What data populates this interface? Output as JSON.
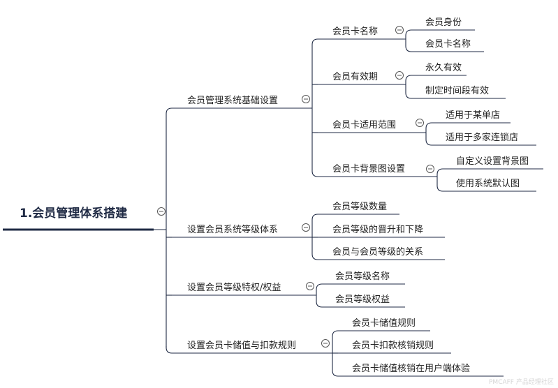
{
  "root": {
    "label": "1.会员管理体系搭建",
    "children": [
      {
        "label": "会员管理系统基础设置",
        "children": [
          {
            "label": "会员卡名称",
            "children": [
              {
                "label": "会员身份"
              },
              {
                "label": "会员卡名称"
              }
            ]
          },
          {
            "label": "会员有效期",
            "children": [
              {
                "label": "永久有效"
              },
              {
                "label": "制定时间段有效"
              }
            ]
          },
          {
            "label": "会员卡适用范围",
            "children": [
              {
                "label": "适用于某单店"
              },
              {
                "label": "适用于多家连锁店"
              }
            ]
          },
          {
            "label": "会员卡背景图设置",
            "children": [
              {
                "label": "自定义设置背景图"
              },
              {
                "label": "使用系统默认图"
              }
            ]
          }
        ]
      },
      {
        "label": "设置会员系统等级体系",
        "children": [
          {
            "label": "会员等级数量"
          },
          {
            "label": "会员等级的晋升和下降"
          },
          {
            "label": "会员与会员等级的关系"
          }
        ]
      },
      {
        "label": "设置会员等级特权/权益",
        "children": [
          {
            "label": "会员等级名称"
          },
          {
            "label": "会员等级权益"
          }
        ]
      },
      {
        "label": "设置会员卡储值与扣款规则",
        "children": [
          {
            "label": "会员卡储值规则"
          },
          {
            "label": "会员卡扣款核销规则"
          },
          {
            "label": "会员卡储值核销在用户端体验"
          }
        ]
      }
    ]
  },
  "watermark": "PMCAFF 产品经理社区",
  "colors": {
    "line": "#1f2a44",
    "text": "#222222",
    "background": "#ffffff"
  },
  "icons": {
    "collapse": "collapse-minus-icon"
  }
}
